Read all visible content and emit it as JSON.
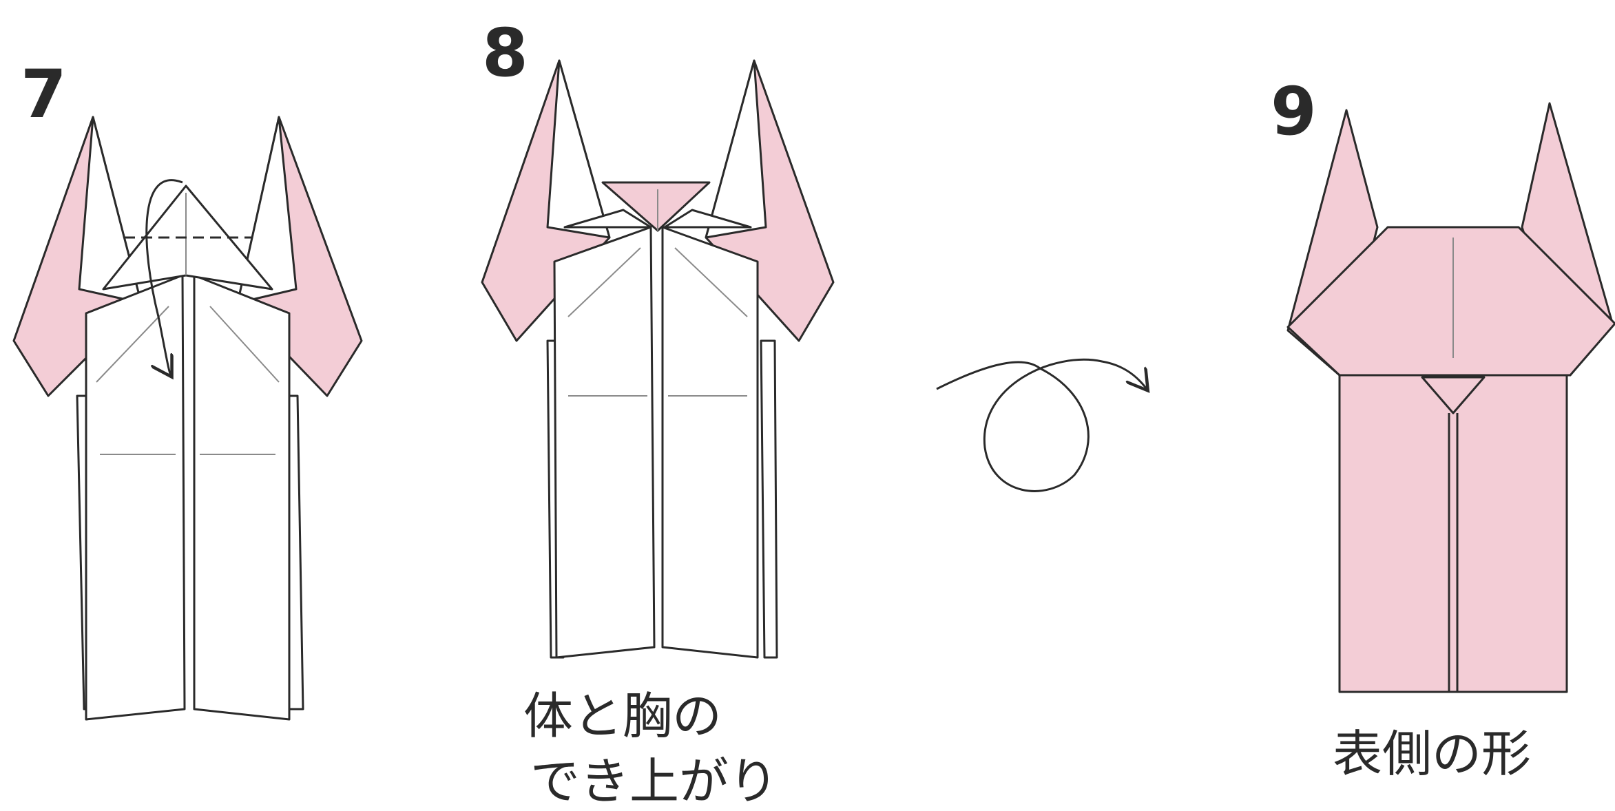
{
  "steps": [
    {
      "number": "7",
      "caption_lines": []
    },
    {
      "number": "8",
      "caption_lines": [
        "体と胸の",
        "でき上がり"
      ]
    },
    {
      "number": "9",
      "caption_lines": [
        "表側の形"
      ]
    }
  ],
  "flip_symbol": "turn-over-arrow-icon",
  "colors": {
    "paper_color": "#f3cdd6",
    "paper_back": "#ffffff",
    "line": "#2a2a2a"
  }
}
